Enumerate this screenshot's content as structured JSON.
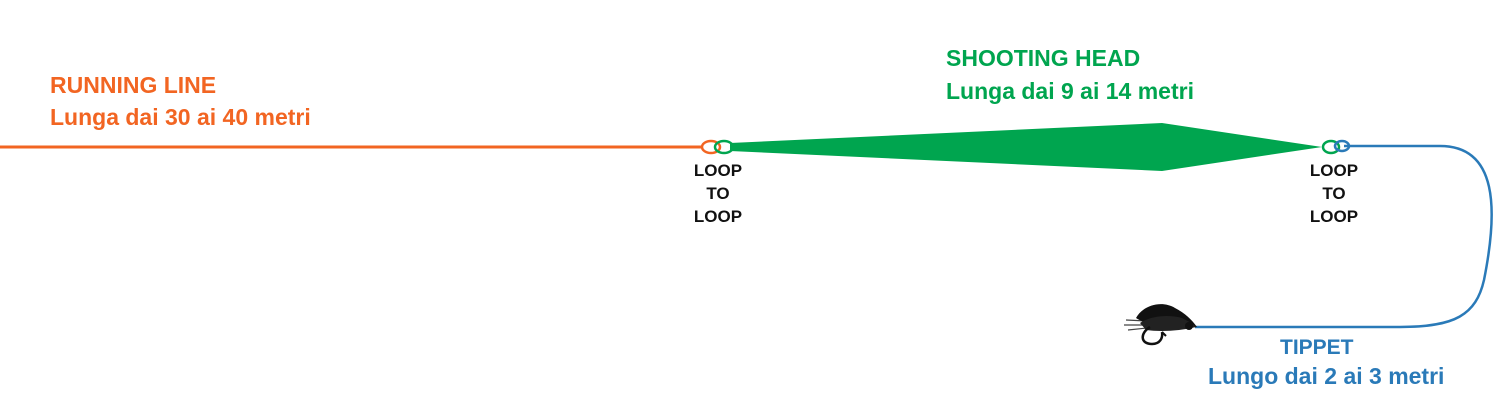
{
  "running_line": {
    "title": "RUNNING LINE",
    "length": "Lunga dai 30 ai 40 metri",
    "color": "#f26522"
  },
  "shooting_head": {
    "title": "SHOOTING HEAD",
    "length": "Lunga dai 9 ai 14 metri",
    "color": "#00a54f"
  },
  "tippet": {
    "title": "TIPPET",
    "length": "Lungo dai 2 ai 3 metri",
    "color": "#2a7ab8"
  },
  "connections": [
    {
      "lines": [
        "LOOP",
        "TO",
        "LOOP"
      ]
    },
    {
      "lines": [
        "LOOP",
        "TO",
        "LOOP"
      ]
    }
  ],
  "icons": {
    "fly": "fly-icon"
  }
}
